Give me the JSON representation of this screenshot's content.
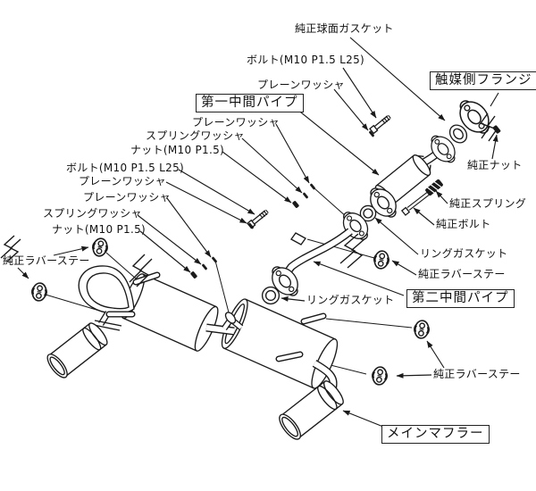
{
  "diagram": {
    "type": "exploded-parts-diagram",
    "subject": "exhaust-system",
    "colors": {
      "line": "#1a1a1a",
      "background": "#ffffff",
      "text": "#111111"
    },
    "callouts": [
      {
        "text": "純正球面ガスケット",
        "boxed": false
      },
      {
        "text": "ボルト(M10 P1.5 L25)",
        "boxed": false
      },
      {
        "text": "プレーンワッシャ",
        "boxed": false
      },
      {
        "text": "触媒側フランジ",
        "boxed": true
      },
      {
        "text": "第一中間パイプ",
        "boxed": true
      },
      {
        "text": "プレーンワッシャ",
        "boxed": false
      },
      {
        "text": "スプリングワッシャ",
        "boxed": false
      },
      {
        "text": "ナット(M10 P1.5)",
        "boxed": false
      },
      {
        "text": "ボルト(M10 P1.5 L25)",
        "boxed": false
      },
      {
        "text": "プレーンワッシャ",
        "boxed": false
      },
      {
        "text": "プレーンワッシャ",
        "boxed": false
      },
      {
        "text": "スプリングワッシャ",
        "boxed": false
      },
      {
        "text": "ナット(M10 P1.5)",
        "boxed": false
      },
      {
        "text": "純正ナット",
        "boxed": false
      },
      {
        "text": "純正スプリング",
        "boxed": false
      },
      {
        "text": "純正ボルト",
        "boxed": false
      },
      {
        "text": "リングガスケット",
        "boxed": false
      },
      {
        "text": "純正ラバーステー",
        "boxed": false
      },
      {
        "text": "第二中間パイプ",
        "boxed": true
      },
      {
        "text": "リングガスケット",
        "boxed": false
      },
      {
        "text": "純正ラバーステー",
        "boxed": false
      },
      {
        "text": "純正ラバーステー",
        "boxed": false
      },
      {
        "text": "メインマフラー",
        "boxed": true
      }
    ]
  }
}
